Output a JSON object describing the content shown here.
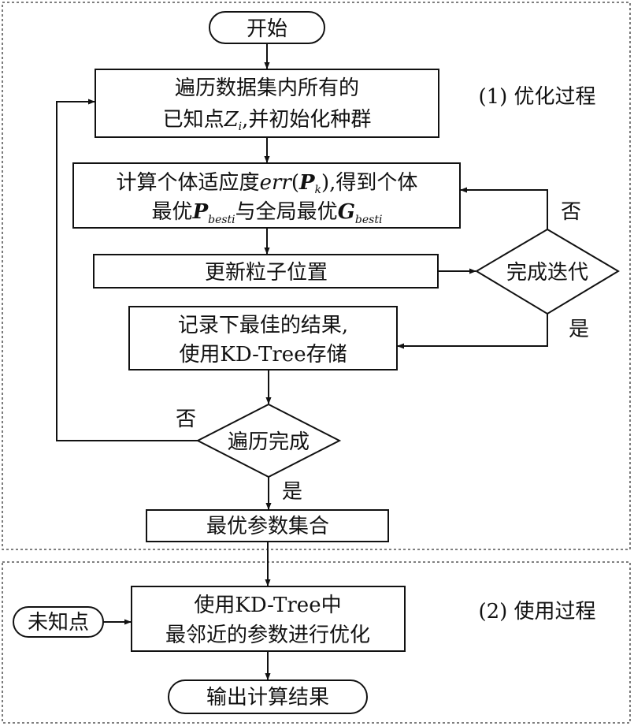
{
  "sections": {
    "optimization": "(1) 优化过程",
    "usage": "(2) 使用过程"
  },
  "nodes": {
    "start": "开始",
    "traverse_line1": "遍历数据集内所有的",
    "traverse_line2_pre": "已知点",
    "traverse_var": "Z",
    "traverse_sub": "i",
    "traverse_line2_post": ",并初始化种群",
    "fitness_pre": "计算个体适应度",
    "fitness_err": "err",
    "fitness_paren_open": "(",
    "fitness_P": "P",
    "fitness_P_sub": "k",
    "fitness_paren_close": ")",
    "fitness_post": ",得到个体",
    "best_pre": "最优",
    "best_P": "P",
    "best_P_sub": "besti",
    "best_mid": "与全局最优",
    "best_G": "G",
    "best_G_sub": "besti",
    "update": "更新粒子位置",
    "iter_done": "完成迭代",
    "record_line1": "记录下最佳的结果,",
    "record_line2": "使用KD-Tree存储",
    "traverse_done": "遍历完成",
    "optimal_set": "最优参数集合",
    "unknown": "未知点",
    "use_line1": "使用KD-Tree中",
    "use_line2": "最邻近的参数进行优化",
    "output": "输出计算结果"
  },
  "edge_labels": {
    "iter_no": "否",
    "iter_yes": "是",
    "traverse_no": "否",
    "traverse_yes": "是"
  }
}
